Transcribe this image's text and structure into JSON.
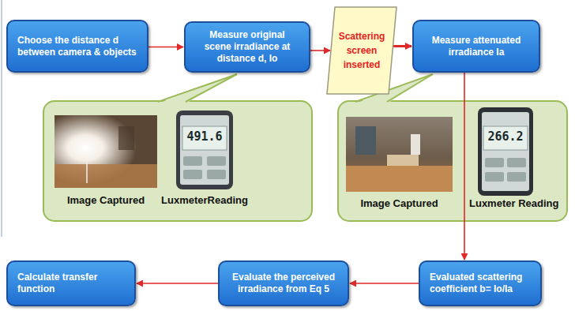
{
  "diagram": {
    "nodes": [
      {
        "text": [
          "Choose the distance d between camera & objects"
        ]
      },
      {
        "text": [
          "Measure original scene irradiance at distance d, Io"
        ]
      },
      {
        "text": [
          "Scattering screen inserted"
        ]
      },
      {
        "text": [
          "Measure attenuated irradiance Ia"
        ]
      },
      {
        "text": [
          "Image Captured",
          "LuxmeterReading"
        ]
      },
      {
        "text": [
          "Image Captured",
          "Luxmeter Reading"
        ]
      },
      {
        "text": [
          "Evaluated scattering coefficient b= Io/Ia"
        ]
      },
      {
        "text": [
          "Evaluate the perceived irradiance from Eq 5"
        ]
      },
      {
        "text": [
          "Calculate transfer function"
        ]
      }
    ],
    "edges": [
      {
        "from": 0,
        "to": 1,
        "arrow": "to"
      },
      {
        "from": 1,
        "to": 2,
        "arrow": "to"
      },
      {
        "from": 2,
        "to": 3,
        "arrow": "to"
      },
      {
        "from": 3,
        "to": 6,
        "arrow": "to"
      },
      {
        "from": 6,
        "to": 7,
        "arrow": "to"
      },
      {
        "from": 7,
        "to": 8,
        "arrow": "to"
      }
    ],
    "labels": [
      "491.6",
      "266.2"
    ]
  }
}
